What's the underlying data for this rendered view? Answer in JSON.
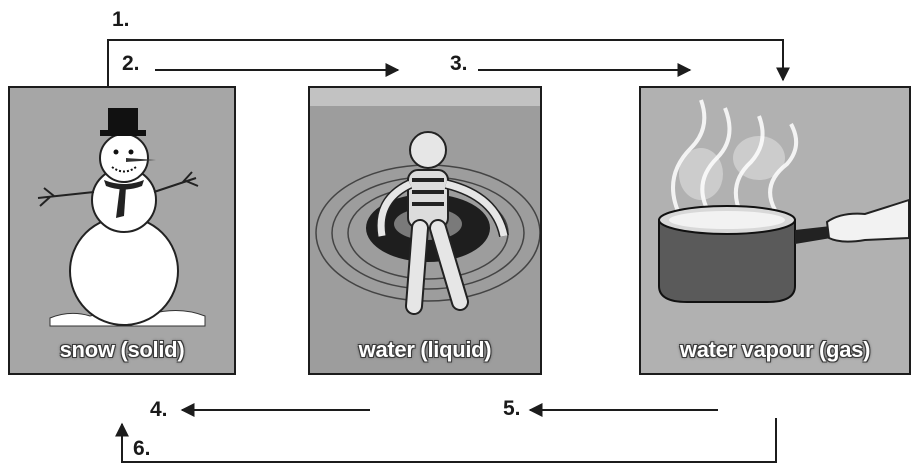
{
  "steps": {
    "s1": "1.",
    "s2": "2.",
    "s3": "3.",
    "s4": "4.",
    "s5": "5.",
    "s6": "6."
  },
  "panels": [
    {
      "id": "snow",
      "caption": "snow (solid)",
      "icon": "snowman"
    },
    {
      "id": "water",
      "caption": "water (liquid)",
      "icon": "person-floating-in-water"
    },
    {
      "id": "vapour",
      "caption": "water vapour (gas)",
      "icon": "boiling-pot-steam"
    }
  ],
  "colors": {
    "line": "#1c1c1c",
    "panel_bg": "#a9a9a9",
    "caption_text": "#ffffff"
  }
}
